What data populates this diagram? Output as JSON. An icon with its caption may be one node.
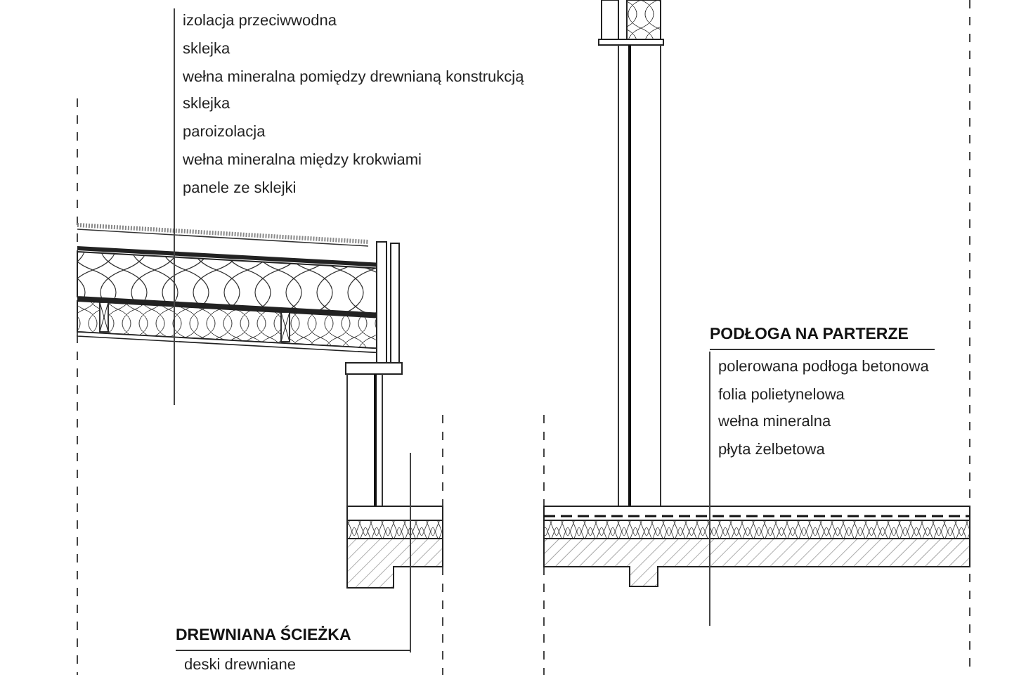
{
  "diagram": {
    "nodes": [
      {
        "text": [
          "izolacja przeciwwodna",
          "sklejka",
          "wełna mineralna pomiędzy drewnianą konstrukcją",
          "sklejka",
          "paroizolacja",
          "wełna mineralna między krokwiami",
          "panele ze sklejki"
        ]
      },
      {
        "text": [
          "PODŁOGA NA PARTERZE",
          "polerowana podłoga betonowa",
          "folia polietynelowa",
          "wełna mineralna",
          "płyta żelbetowa"
        ]
      },
      {
        "text": [
          "DREWNIANA ŚCIEŻKA",
          "deski drewniane"
        ]
      }
    ],
    "edges": [
      {
        "from": 0,
        "to": null,
        "arrow": "none"
      },
      {
        "from": 1,
        "to": null,
        "arrow": "none"
      },
      {
        "from": 2,
        "to": null,
        "arrow": "none"
      }
    ]
  }
}
